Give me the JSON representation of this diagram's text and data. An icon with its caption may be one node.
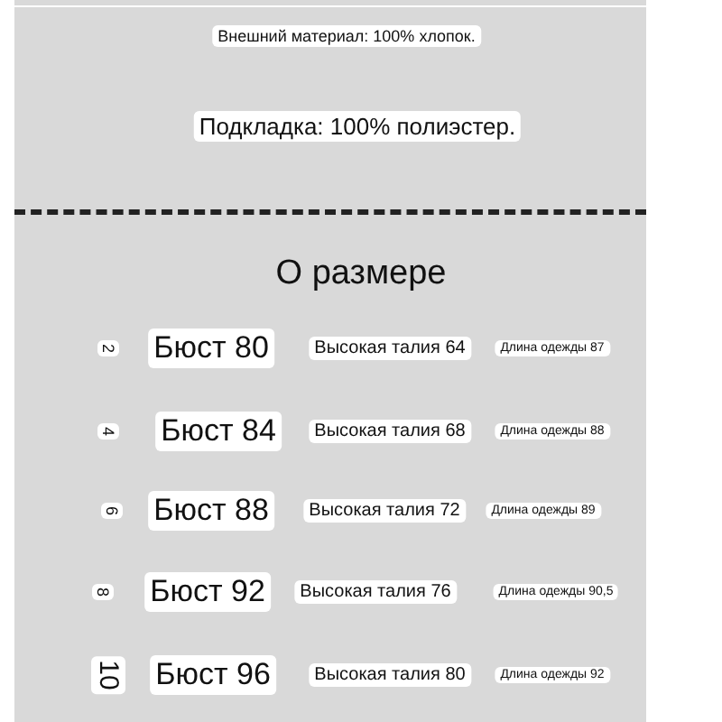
{
  "diagram": {
    "labels": [
      "Внешний материал: 100% хлопок.",
      "Подкладка: 100% полиэстер.",
      "О размере",
      "2",
      "Бюст 80",
      "Высокая талия 64",
      "Длина одежды 87",
      "4",
      "Бюст 84",
      "Высокая талия 68",
      "Длина одежды 88",
      "6",
      "Бюст 88",
      "Высокая талия 72",
      "Длина одежды 89",
      "8",
      "Бюст 92",
      "Высокая талия 76",
      "Длина одежды 90,5",
      "10",
      "Бюст 96",
      "Высокая талия 80",
      "Длина одежды 92"
    ]
  }
}
